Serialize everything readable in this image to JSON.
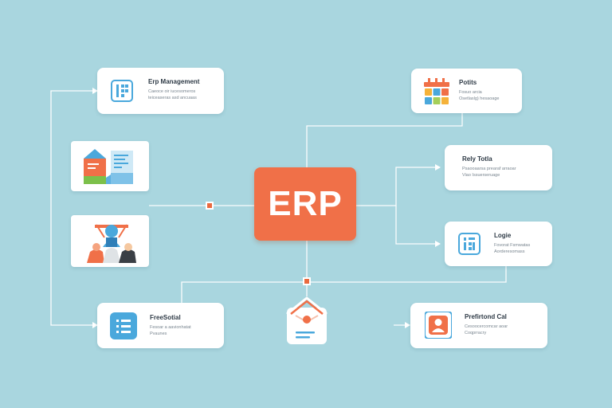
{
  "center": {
    "label": "ERP"
  },
  "cards": {
    "erp_management": {
      "title": "Erp Management",
      "lines": [
        "Caeoce oir iucesomeros",
        "teiceaseras asd ancuaas"
      ]
    },
    "points": {
      "title": "Potits",
      "lines": [
        "Fosuo arcia",
        "Osetlaslg) hesaoage"
      ]
    },
    "rigy_totla": {
      "title": "Rely Totla",
      "lines": [
        "Psaooaarsa prearaf arraoar",
        "Viao Issuerseruage"
      ]
    },
    "logic": {
      "title": "Logie",
      "lines": [
        "Fovorat Fsmwatas",
        "Aorderesomass"
      ]
    },
    "freesothal": {
      "title": "FreeSotial",
      "lines": [
        "Fesoar a aavionhatat",
        "Pvaunes"
      ]
    },
    "preferland_cal": {
      "title": "Prefirtond Cal",
      "lines": [
        "Cesoocercomcar aoar",
        "Coqprracry"
      ]
    }
  },
  "colors": {
    "background": "#a9d6df",
    "hub": "#f07048",
    "connector": "#ffffff",
    "node": "#ea6a3f",
    "accent_blue": "#4aa8dc",
    "accent_orange": "#f07048"
  },
  "icons": {
    "erp_management": "app-grid-icon",
    "points": "color-blocks-icon",
    "rigy_totla": "document-icon",
    "logic": "grid-app-icon",
    "freesothal": "list-icon",
    "preferland_cal": "user-profile-icon",
    "left_tile_1": "stacked-documents-illustration",
    "left_tile_2": "team-people-illustration",
    "bottom_center": "mail-envelope-icon"
  }
}
